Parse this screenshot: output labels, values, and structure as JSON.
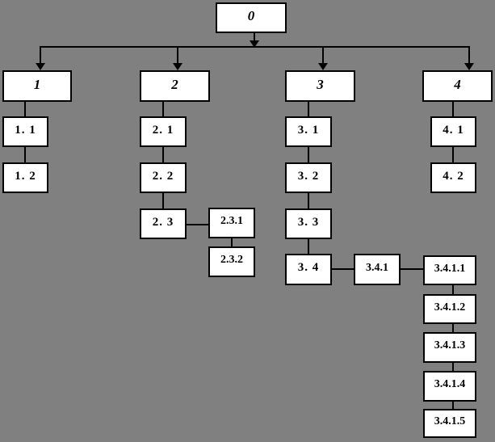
{
  "diagram": {
    "type": "tree",
    "colors": {
      "background": "#808080",
      "box_fill": "#ffffff",
      "box_border": "#000000",
      "line": "#000000",
      "text": "#000000"
    },
    "nodes": {
      "n0": {
        "label": "0"
      },
      "n1": {
        "label": "1"
      },
      "n2": {
        "label": "2"
      },
      "n3": {
        "label": "3"
      },
      "n4": {
        "label": "4"
      },
      "n1_1": {
        "label": "1. 1"
      },
      "n1_2": {
        "label": "1. 2"
      },
      "n2_1": {
        "label": "2. 1"
      },
      "n2_2": {
        "label": "2. 2"
      },
      "n2_3": {
        "label": "2. 3"
      },
      "n2_3_1": {
        "label": "2.3.1"
      },
      "n2_3_2": {
        "label": "2.3.2"
      },
      "n3_1": {
        "label": "3. 1"
      },
      "n3_2": {
        "label": "3. 2"
      },
      "n3_3": {
        "label": "3. 3"
      },
      "n3_4": {
        "label": "3. 4"
      },
      "n3_4_1": {
        "label": "3.4.1"
      },
      "n3_4_1_1": {
        "label": "3.4.1.1"
      },
      "n3_4_1_2": {
        "label": "3.4.1.2"
      },
      "n3_4_1_3": {
        "label": "3.4.1.3"
      },
      "n3_4_1_4": {
        "label": "3.4.1.4"
      },
      "n3_4_1_5": {
        "label": "3.4.1.5"
      },
      "n4_1": {
        "label": "4. 1"
      },
      "n4_2": {
        "label": "4. 2"
      }
    },
    "edges": [
      "0->1",
      "0->2",
      "0->3",
      "0->4",
      "1->1.1",
      "1.1->1.2",
      "2->2.1",
      "2.1->2.2",
      "2.2->2.3",
      "2.3->2.3.1",
      "2.3.1->2.3.2",
      "3->3.1",
      "3.1->3.2",
      "3.2->3.3",
      "3.3->3.4",
      "3.4->3.4.1",
      "3.4.1->3.4.1.1",
      "3.4.1.1->3.4.1.2",
      "3.4.1.2->3.4.1.3",
      "3.4.1.3->3.4.1.4",
      "3.4.1.4->3.4.1.5",
      "4->4.1",
      "4.1->4.2"
    ]
  }
}
